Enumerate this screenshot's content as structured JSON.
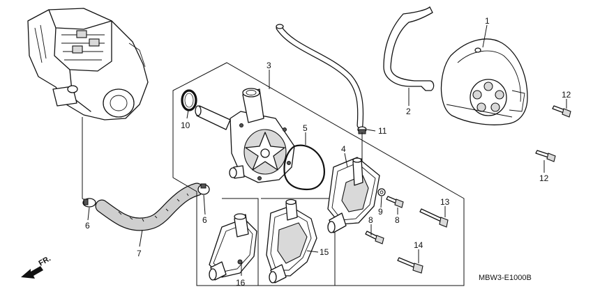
{
  "callouts": {
    "c1": "1",
    "c2": "2",
    "c3": "3",
    "c4": "4",
    "c5": "5",
    "c6a": "6",
    "c6b": "6",
    "c7": "7",
    "c8a": "8",
    "c8b": "8",
    "c9": "9",
    "c10": "10",
    "c11": "11",
    "c12a": "12",
    "c12b": "12",
    "c13": "13",
    "c14": "14",
    "c15": "15",
    "c16": "16"
  },
  "direction_label": "FR.",
  "diagram_code": "MBW3-E1000B"
}
